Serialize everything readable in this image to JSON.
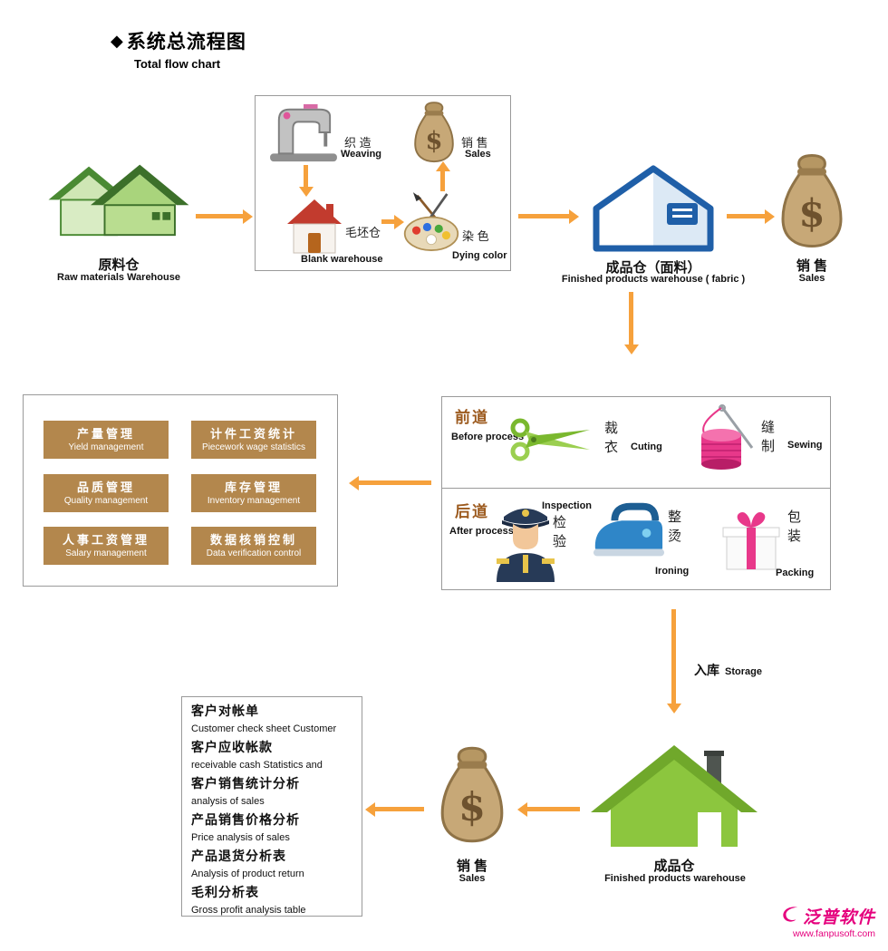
{
  "title": {
    "marker": "◆",
    "zh": "系统总流程图",
    "en": "Total  flow chart"
  },
  "nodes": {
    "raw": {
      "zh": "原料仓",
      "en": "Raw materials Warehouse"
    },
    "weaving": {
      "zh": "织 造",
      "en": "Weaving"
    },
    "sales_top": {
      "zh": "销 售",
      "en": "Sales"
    },
    "blank": {
      "zh": "毛坯仓",
      "en": "Blank warehouse"
    },
    "dying": {
      "zh": "染 色",
      "en": "Dying color"
    },
    "fabric": {
      "zh": "成品仓（面料）",
      "en": "Finished products warehouse ( fabric )"
    },
    "sales_right": {
      "zh": "销  售",
      "en": "Sales"
    },
    "finished": {
      "zh": "成品仓",
      "en": "Finished products warehouse"
    },
    "sales_bottom": {
      "zh": "销  售",
      "en": "Sales"
    },
    "storage": {
      "zh": "入库",
      "en": "Storage"
    }
  },
  "process": {
    "before": {
      "zh": "前道",
      "en": "Before process",
      "cutting": {
        "zh": "裁衣",
        "en": "Cuting"
      },
      "sewing": {
        "zh": "缝制",
        "en": "Sewing"
      }
    },
    "after": {
      "zh": "后道",
      "en": "After process",
      "inspection": {
        "zh": "检验",
        "en": "Inspection"
      },
      "ironing": {
        "zh": "整烫",
        "en": "Ironing"
      },
      "packing": {
        "zh": "包装",
        "en": "Packing"
      }
    }
  },
  "management": {
    "buttons": [
      {
        "zh": "产量管理",
        "en": "Yield management"
      },
      {
        "zh": "计件工资统计",
        "en": "Piecework wage statistics"
      },
      {
        "zh": "品质管理",
        "en": "Quality management"
      },
      {
        "zh": "库存管理",
        "en": "Inventory management"
      },
      {
        "zh": "人事工资管理",
        "en": "Salary management"
      },
      {
        "zh": "数据核销控制",
        "en": "Data verification control"
      }
    ]
  },
  "reports": {
    "lines": [
      {
        "zh": "客户对帐单",
        "en": "Customer check sheet Customer"
      },
      {
        "zh": "客户应收帐款",
        "en": "receivable cash Statistics and"
      },
      {
        "zh": "客户销售统计分析",
        "en": "analysis of sales"
      },
      {
        "zh": "产品销售价格分析",
        "en": "Price analysis of sales"
      },
      {
        "zh": "产品退货分析表",
        "en": "Analysis of product return"
      },
      {
        "zh": "毛利分析表",
        "en": "Gross profit analysis table"
      }
    ]
  },
  "watermark": {
    "brand": "泛普软件",
    "url": "www.fanpusoft.com"
  },
  "colors": {
    "arrow": "#f6a13c",
    "button": "#b3874d",
    "section_title": "#9c5a1e",
    "brand": "#e5007d"
  }
}
